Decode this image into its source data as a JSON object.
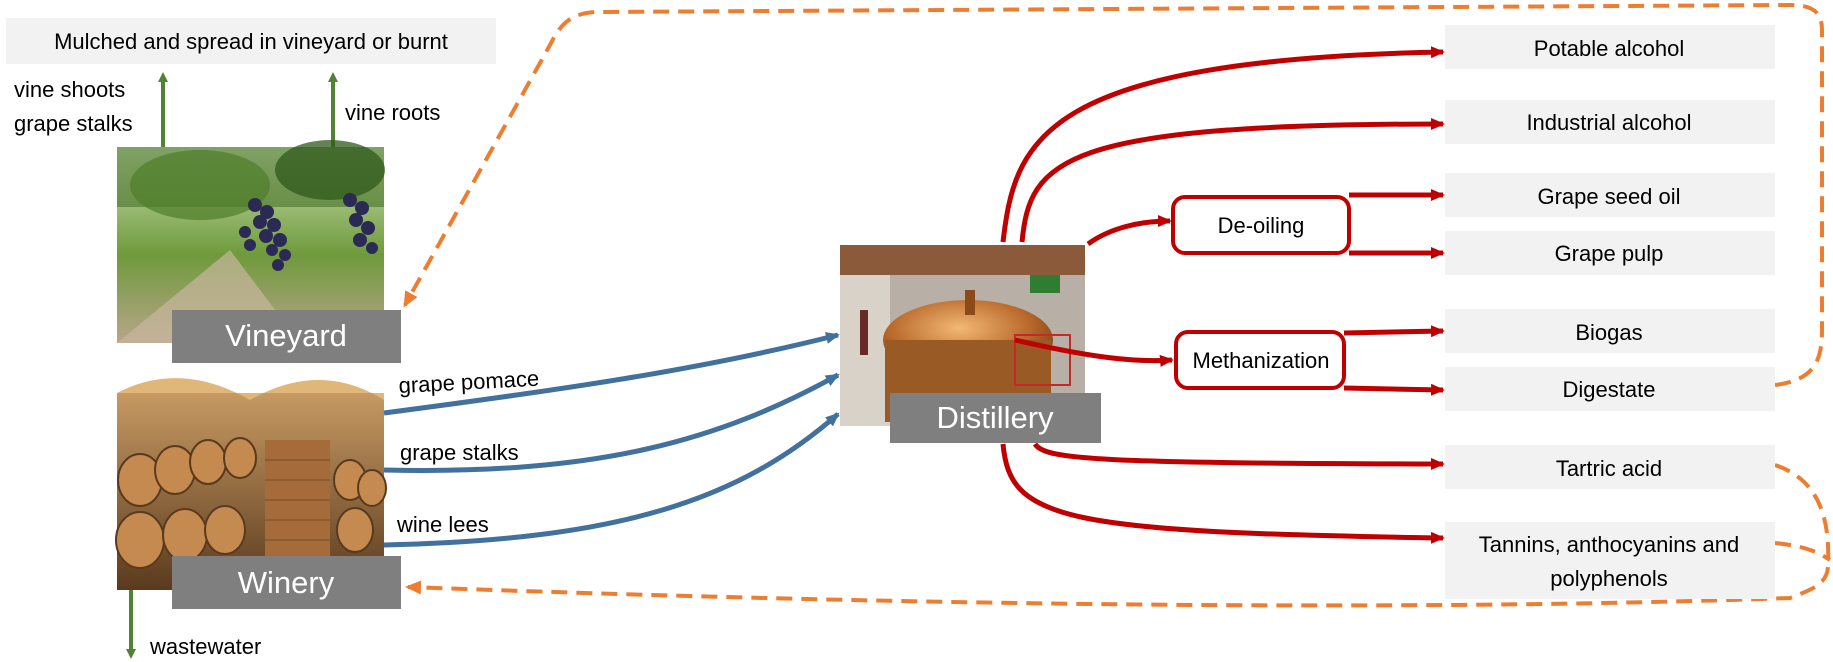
{
  "top_box": "Mulched and spread in vineyard or burnt",
  "vineyard": {
    "label": "Vineyard",
    "out_left_line1": "vine shoots",
    "out_left_line2": "grape stalks",
    "out_right": "vine roots"
  },
  "winery": {
    "label": "Winery",
    "wastewater": "wastewater"
  },
  "flows": {
    "pomace": "grape pomace",
    "stalks": "grape stalks",
    "lees": "wine lees"
  },
  "distillery": {
    "label": "Distillery"
  },
  "processes": {
    "deoiling": "De-oiling",
    "methanization": "Methanization"
  },
  "products": {
    "potable": "Potable alcohol",
    "industrial": "Industrial alcohol",
    "seed_oil": "Grape seed oil",
    "pulp": "Grape pulp",
    "biogas": "Biogas",
    "digestate": "Digestate",
    "tartaric": "Tartric acid",
    "tannins_line1": "Tannins, anthocyanins and",
    "tannins_line2": "polyphenols"
  },
  "colors": {
    "green_arrow": "#548235",
    "blue_arrow": "#41719c",
    "red_arrow": "#c00000",
    "orange_dash": "#ed7d31",
    "label_box": "#7f7f7f",
    "product_box": "#f2f2f2"
  }
}
